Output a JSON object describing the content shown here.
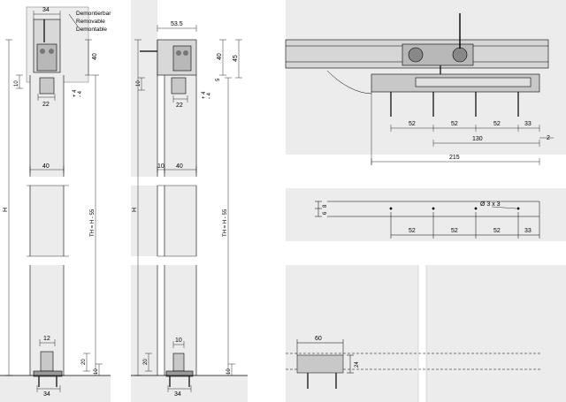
{
  "colors": {
    "panel": "#ececec",
    "part": "#c8c8c8",
    "part_dark": "#9a9a9a",
    "line": "#000000"
  },
  "note": {
    "line1": "Demontierbar",
    "line2": "Removable",
    "line3": "Demontable"
  },
  "view_a": {
    "top_width": "34",
    "track_height": "40",
    "gap_top": "10",
    "adjust_plus": "+ 4",
    "adjust_minus": "- 4",
    "clamp_width": "22",
    "door_width": "40",
    "height": "H",
    "track_to_floor": "TH = H - 55",
    "guide_width": "12",
    "guide_height": "20",
    "floor_gap": "10",
    "foot_width": "34"
  },
  "view_b": {
    "top_width": "53.5",
    "track_height": "40",
    "total_height": "45",
    "small_offset": "5",
    "gap_top": "10",
    "adjust_plus": "+ 4",
    "adjust_minus": "- 4",
    "clamp_width": "22",
    "offset": "10",
    "door_width": "40",
    "height": "H",
    "track_to_floor": "TH = H - 55",
    "guide_width": "10",
    "guide_height": "20",
    "floor_gap": "10",
    "foot_width": "34"
  },
  "top_view": {
    "spacings": [
      "52",
      "52",
      "52",
      "33"
    ],
    "sub_length": "130",
    "offset": "2",
    "total_length": "215"
  },
  "hole_view": {
    "hole_spec": "Ø 3 x 3",
    "edge_offset_1": "8",
    "edge_offset_2": "6",
    "spacings": [
      "52",
      "52",
      "52",
      "33"
    ]
  },
  "floor_view": {
    "width": "60",
    "height": "24"
  }
}
